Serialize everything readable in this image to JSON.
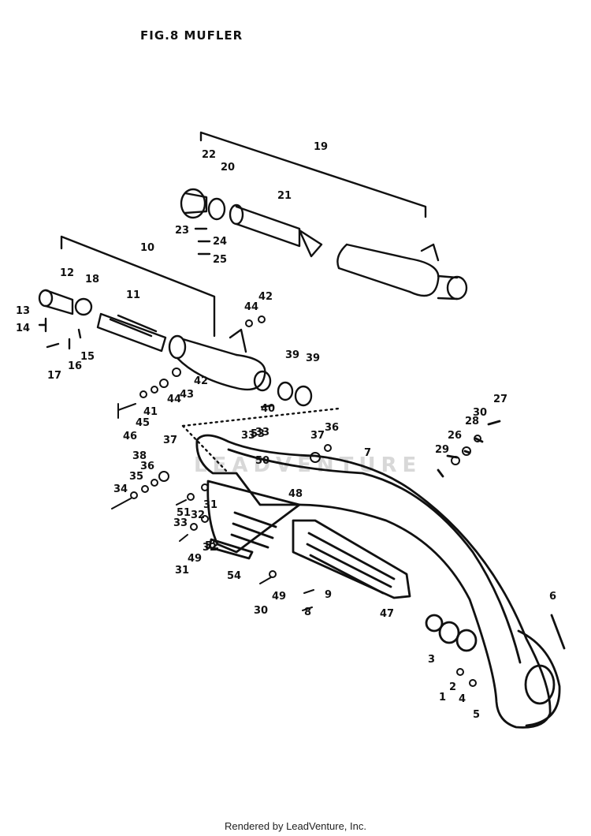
{
  "title": "FIG.8 MUFLER",
  "watermark": "LEADVENTURE",
  "footer": "Rendered by LeadVenture, Inc.",
  "callouts": [
    "1",
    "2",
    "3",
    "4",
    "5",
    "6",
    "7",
    "8",
    "9",
    "10",
    "11",
    "12",
    "13",
    "14",
    "15",
    "16",
    "17",
    "18",
    "19",
    "20",
    "21",
    "22",
    "23",
    "24",
    "25",
    "26",
    "27",
    "28",
    "29",
    "30",
    "30",
    "31",
    "31",
    "32",
    "32",
    "33",
    "33",
    "33",
    "34",
    "35",
    "36",
    "36",
    "37",
    "37",
    "38",
    "39",
    "39",
    "40",
    "41",
    "42",
    "42",
    "43",
    "44",
    "44",
    "45",
    "46",
    "47",
    "48",
    "49",
    "49",
    "50",
    "51",
    "52",
    "53",
    "54"
  ]
}
